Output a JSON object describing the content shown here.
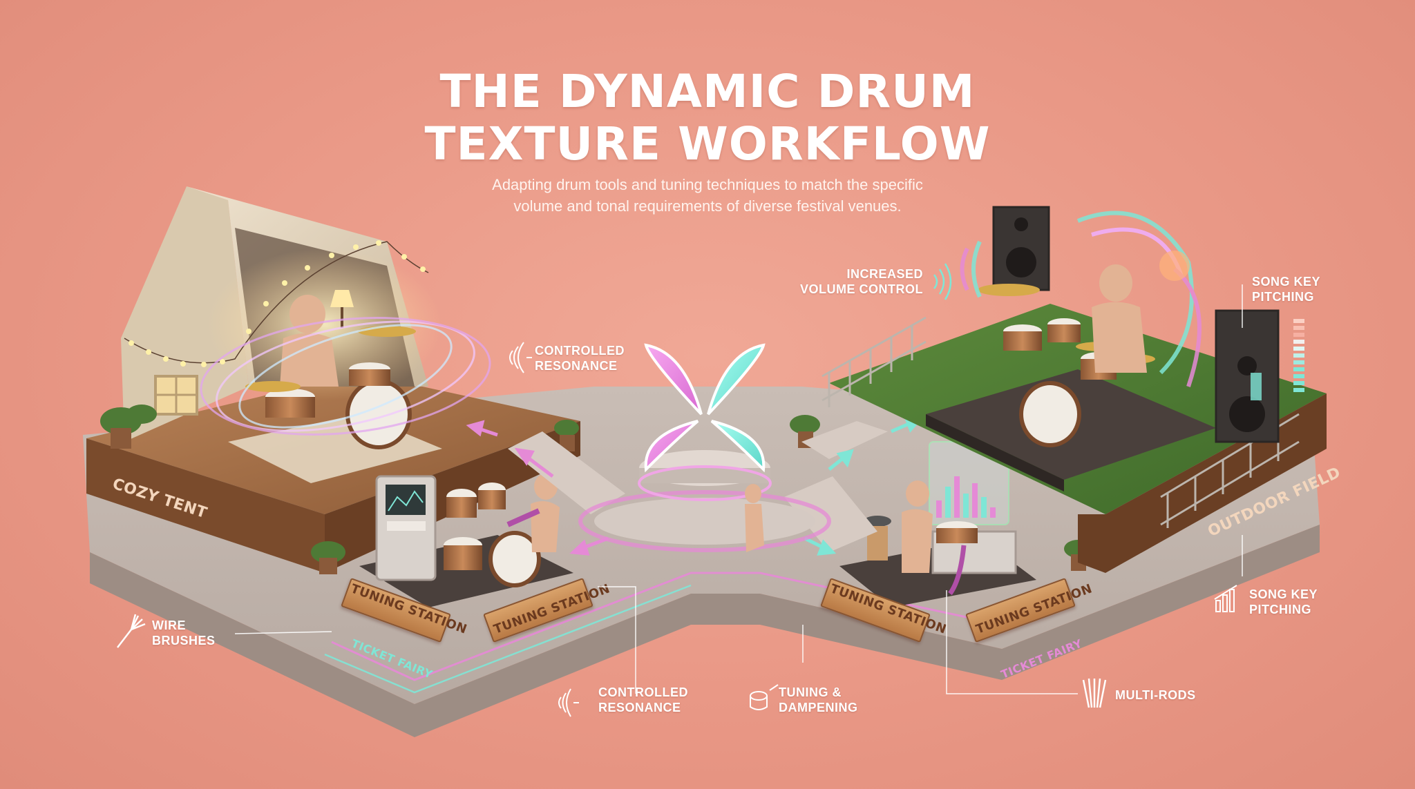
{
  "header": {
    "title_line1": "THE DYNAMIC DRUM",
    "title_line2": "TEXTURE WORKFLOW",
    "subtitle_line1": "Adapting drum tools and tuning techniques to match the specific",
    "subtitle_line2": "volume and tonal requirements of diverse festival venues."
  },
  "venues": {
    "left": "COZY TENT",
    "right": "OUTDOOR FIELD"
  },
  "stations": {
    "sign1": "TUNING STATION",
    "sign2": "TUNING STATION",
    "sign3": "TUNING STATION",
    "sign4": "TUNING STATION",
    "footer_left": "TICKET FAIRY",
    "footer_right": "TICKET FAIRY"
  },
  "callouts": {
    "controlled_resonance_top": [
      "CONTROLLED",
      "RESONANCE"
    ],
    "increased_volume": [
      "INCREASED",
      "VOLUME CONTROL"
    ],
    "song_key_top": [
      "SONG KEY",
      "PITCHING"
    ],
    "song_key_bottom": [
      "SONG KEY",
      "PITCHING"
    ],
    "wire_brushes": [
      "WIRE",
      "BRUSHES"
    ],
    "controlled_resonance_bottom": [
      "CONTROLLED",
      "RESONANCE"
    ],
    "tuning_dampening": [
      "TUNING &",
      "DAMPENING"
    ],
    "multi_rods": [
      "MULTI-RODS"
    ]
  },
  "colors": {
    "background": "#e99886",
    "accent_pink": "#e58ad6",
    "accent_teal": "#7fe6d6",
    "platform": "#cbbfb8"
  },
  "icons": [
    "wave-icon",
    "brush-icon",
    "drum-key-icon",
    "rods-icon",
    "bars-icon",
    "sound-wave-icon"
  ]
}
